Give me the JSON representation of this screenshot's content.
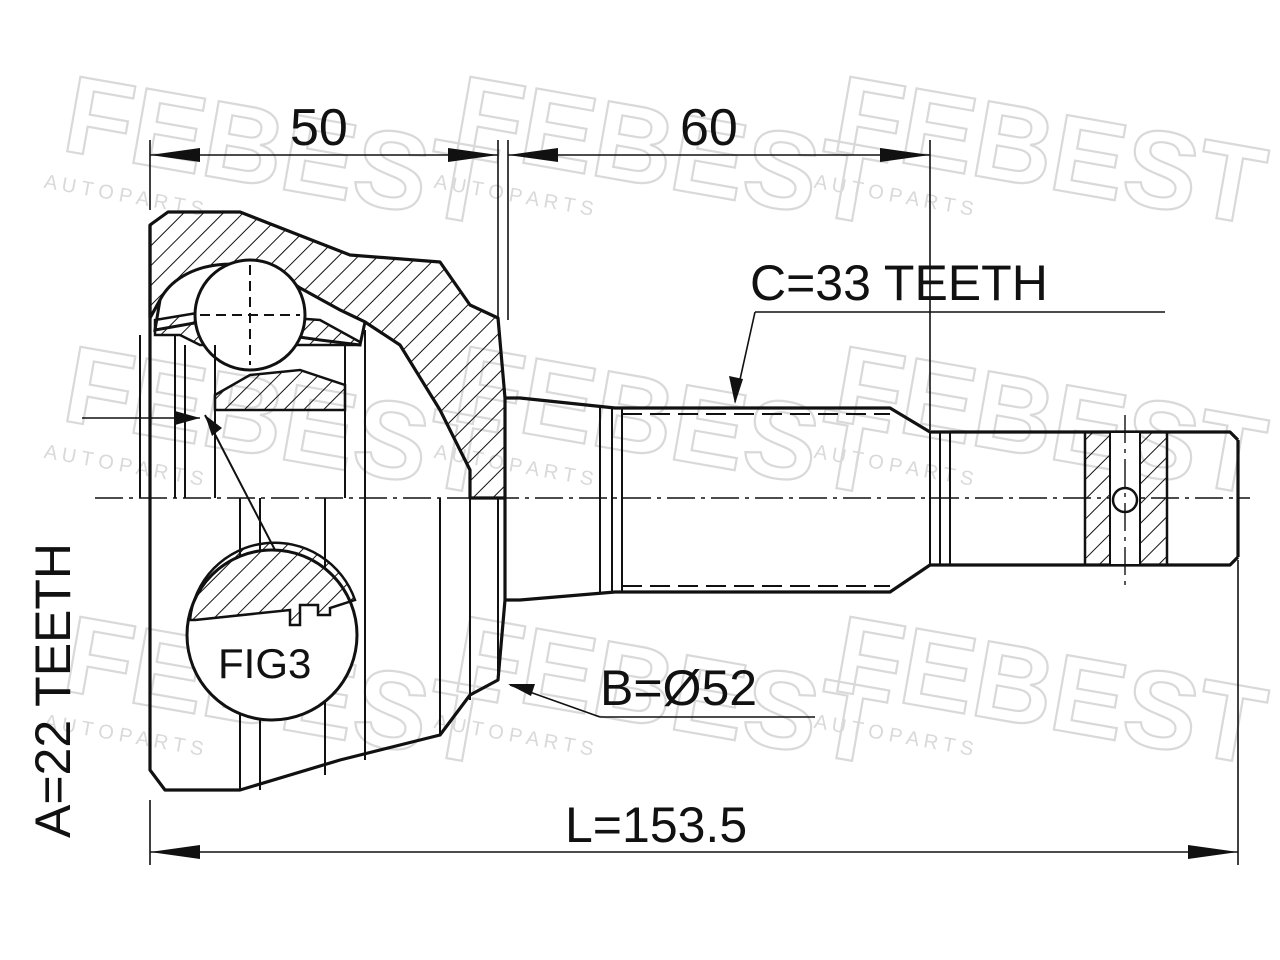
{
  "watermark": {
    "brand": "FEBEST",
    "sub": "A U T O   P A R T S"
  },
  "dimensions": {
    "d1": "50",
    "d2": "60",
    "teeth_c": "C=33 TEETH",
    "teeth_a": "A=22 TEETH",
    "diameter_b": "B=Ø52",
    "length_l": "L=153.5",
    "fig": "FIG3"
  }
}
